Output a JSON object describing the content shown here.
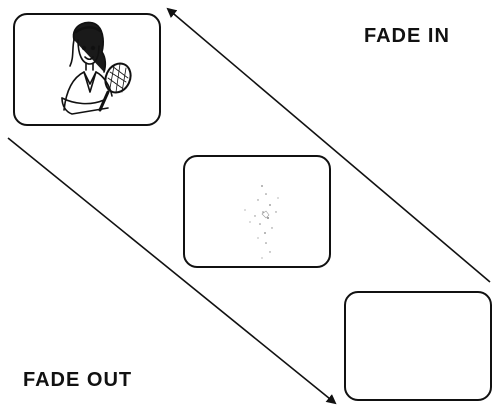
{
  "labels": {
    "fade_in": "FADE IN",
    "fade_out": "FADE OUT"
  },
  "frames": [
    {
      "content": "girl-with-tennis-racket",
      "opacity": 1.0
    },
    {
      "content": "faint-residual-image",
      "opacity": 0.15
    },
    {
      "content": "empty-frame",
      "opacity": 0.0
    }
  ],
  "colors": {
    "ink": "#111111",
    "background": "#ffffff"
  }
}
